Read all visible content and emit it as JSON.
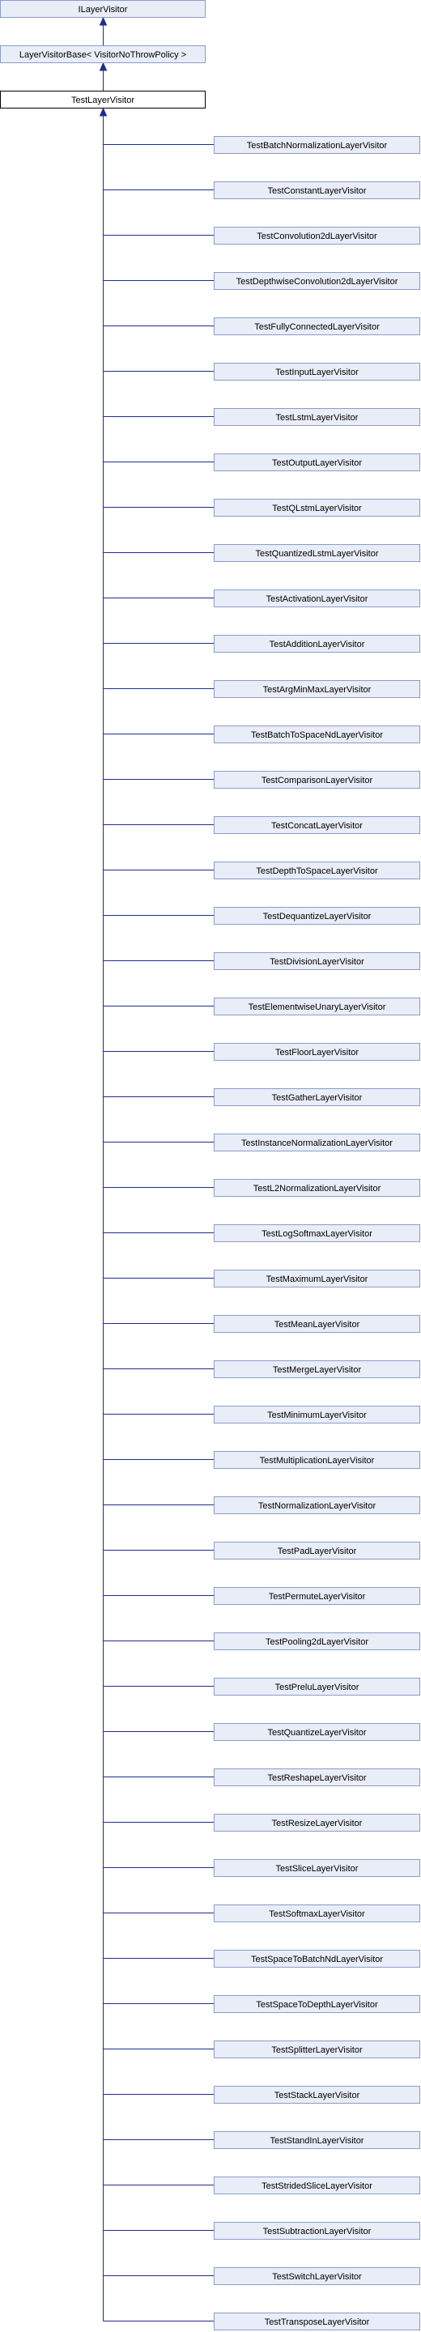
{
  "diagram": {
    "ancestors": [
      "ILayerVisitor",
      "LayerVisitorBase< VisitorNoThrowPolicy >"
    ],
    "current": "TestLayerVisitor",
    "children": [
      "TestBatchNormalizationLayerVisitor",
      "TestConstantLayerVisitor",
      "TestConvolution2dLayerVisitor",
      "TestDepthwiseConvolution2dLayerVisitor",
      "TestFullyConnectedLayerVisitor",
      "TestInputLayerVisitor",
      "TestLstmLayerVisitor",
      "TestOutputLayerVisitor",
      "TestQLstmLayerVisitor",
      "TestQuantizedLstmLayerVisitor",
      "TestActivationLayerVisitor",
      "TestAdditionLayerVisitor",
      "TestArgMinMaxLayerVisitor",
      "TestBatchToSpaceNdLayerVisitor",
      "TestComparisonLayerVisitor",
      "TestConcatLayerVisitor",
      "TestDepthToSpaceLayerVisitor",
      "TestDequantizeLayerVisitor",
      "TestDivisionLayerVisitor",
      "TestElementwiseUnaryLayerVisitor",
      "TestFloorLayerVisitor",
      "TestGatherLayerVisitor",
      "TestInstanceNormalizationLayerVisitor",
      "TestL2NormalizationLayerVisitor",
      "TestLogSoftmaxLayerVisitor",
      "TestMaximumLayerVisitor",
      "TestMeanLayerVisitor",
      "TestMergeLayerVisitor",
      "TestMinimumLayerVisitor",
      "TestMultiplicationLayerVisitor",
      "TestNormalizationLayerVisitor",
      "TestPadLayerVisitor",
      "TestPermuteLayerVisitor",
      "TestPooling2dLayerVisitor",
      "TestPreluLayerVisitor",
      "TestQuantizeLayerVisitor",
      "TestReshapeLayerVisitor",
      "TestResizeLayerVisitor",
      "TestSliceLayerVisitor",
      "TestSoftmaxLayerVisitor",
      "TestSpaceToBatchNdLayerVisitor",
      "TestSpaceToDepthLayerVisitor",
      "TestSplitterLayerVisitor",
      "TestStackLayerVisitor",
      "TestStandInLayerVisitor",
      "TestStridedSliceLayerVisitor",
      "TestSubtractionLayerVisitor",
      "TestSwitchLayerVisitor",
      "TestTransposeLayerVisitor"
    ]
  },
  "colors": {
    "node_fill": "#e8edf7",
    "node_border": "#8a9cc6",
    "current_border": "#000000",
    "edge": "#1f2c8f"
  }
}
